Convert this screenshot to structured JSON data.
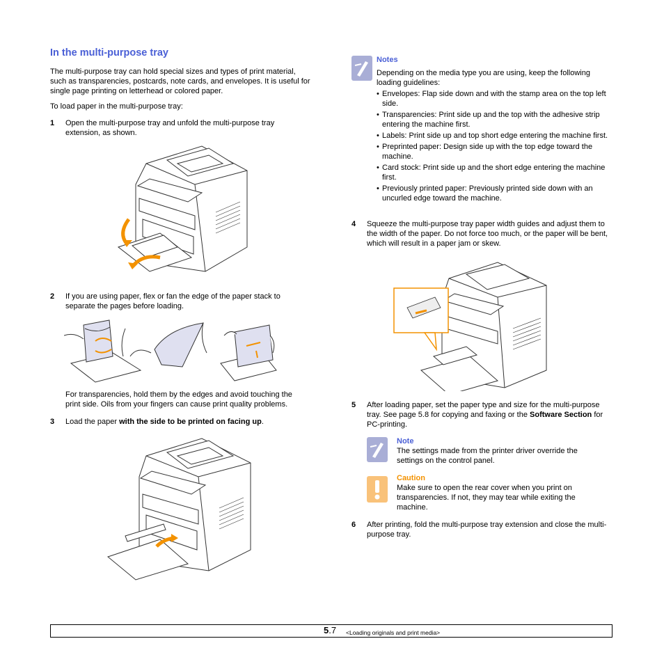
{
  "section_title": "In the multi-purpose tray",
  "intro": "The multi-purpose tray can hold special sizes and types of print material, such as transparencies, postcards, note cards, and envelopes. It is useful for single page printing on letterhead or colored paper.",
  "to_load": "To load paper in the multi-purpose tray:",
  "steps": {
    "s1": {
      "num": "1",
      "text": "Open the multi-purpose tray and unfold the multi-purpose tray extension, as shown."
    },
    "s2": {
      "num": "2",
      "text": "If you are using paper, flex or fan the edge of the paper stack to separate the pages before loading."
    },
    "s2_extra": "For transparencies, hold them by the edges and avoid touching the print side. Oils from your fingers can cause print quality problems.",
    "s3": {
      "num": "3",
      "pre": "Load the paper ",
      "bold": "with the side to be printed on facing up",
      "post": "."
    },
    "s4": {
      "num": "4",
      "text": "Squeeze the multi-purpose tray paper width guides and adjust them to the width of the paper. Do not force too much, or the paper will be bent, which will result in a paper jam or skew."
    },
    "s5": {
      "num": "5",
      "pre": "After loading paper, set the paper type and size for the multi-purpose tray. See page 5.8 for copying and faxing or the ",
      "bold": "Software Section",
      "post": " for PC-printing."
    },
    "s6": {
      "num": "6",
      "text": "After printing, fold the multi-purpose tray extension and close the multi-purpose tray."
    }
  },
  "notes": {
    "title": "Notes",
    "intro": "Depending on the media type you are using, keep the following loading guidelines:",
    "items": [
      "Envelopes: Flap side down and with the stamp area on the top left side.",
      "Transparencies: Print side up and the top with the adhesive strip entering the machine first.",
      "Labels: Print side up and top short edge entering the machine first.",
      "Preprinted paper: Design side up with the top edge toward the machine.",
      "Card stock: Print side up and the short edge entering the machine first.",
      "Previously printed paper: Previously printed side down with an uncurled edge toward the machine."
    ]
  },
  "note": {
    "title": "Note",
    "text": "The settings made from the printer driver override the settings on the control panel."
  },
  "caution": {
    "title": "Caution",
    "text": "Make sure to open the rear cover when you print on transparencies. If not, they may tear while exiting the machine."
  },
  "footer": {
    "page_major": "5",
    "page_minor": ".7",
    "chapter": "<Loading originals and print media>"
  },
  "colors": {
    "heading": "#4a5fd6",
    "caution": "#f39200",
    "arrow": "#f39200",
    "note_icon": "#a9aed6"
  }
}
